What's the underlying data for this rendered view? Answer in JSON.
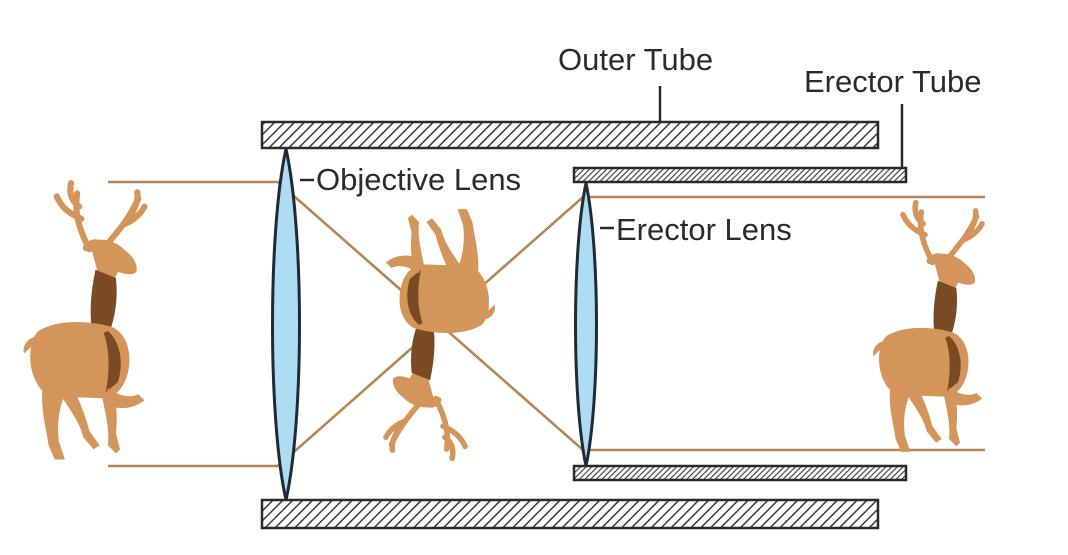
{
  "labels": {
    "outer_tube": "Outer Tube",
    "erector_tube": "Erector Tube",
    "objective_lens": "Objective Lens",
    "erector_lens": "Erector Lens"
  },
  "colors": {
    "tube_stroke": "#2a2a2a",
    "hatch": "#3a3a3a",
    "lens_fill": "#aedcf3",
    "lens_stroke": "#1e2a36",
    "ray": "#b58656",
    "deer_body": "#d4955a",
    "deer_shadow": "#7a4a24",
    "label_text": "#2b2b2b"
  },
  "icons": {
    "object": "deer-icon",
    "inverted_image": "deer-inverted-icon",
    "final_image": "deer-upright-icon"
  }
}
